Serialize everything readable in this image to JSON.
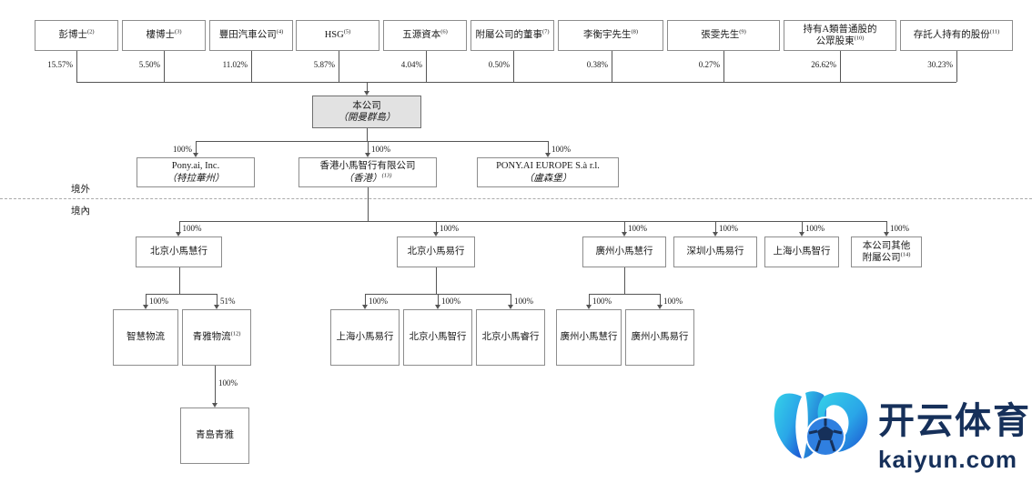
{
  "diagram": {
    "title": "Pony.ai shareholding and corporate structure chart",
    "region_labels": {
      "offshore": "境外",
      "onshore": "境內"
    },
    "divider": "dashed-line",
    "shareholders": [
      {
        "name": "彭博士",
        "note": "(2)",
        "pct": "15.57%"
      },
      {
        "name": "樓博士",
        "note": "(3)",
        "pct": "5.50%"
      },
      {
        "name": "豐田汽車公司",
        "note": "(4)",
        "pct": "11.02%"
      },
      {
        "name": "HSG",
        "note": "(5)",
        "pct": "5.87%"
      },
      {
        "name": "五源資本",
        "note": "(6)",
        "pct": "4.04%"
      },
      {
        "name": "附屬公司的董事",
        "note": "(7)",
        "pct": "0.50%"
      },
      {
        "name": "李衡宇先生",
        "note": "(8)",
        "pct": "0.38%"
      },
      {
        "name": "張雯先生",
        "note": "(9)",
        "pct": "0.27%"
      },
      {
        "name": "持有A類普通股的",
        "name2": "公眾股東",
        "note": "(10)",
        "pct": "26.62%"
      },
      {
        "name": "存託人持有的股份",
        "note": "(11)",
        "pct": "30.23%"
      }
    ],
    "company": {
      "name": "本公司",
      "place": "（開曼群島）"
    },
    "tier2": [
      {
        "name": "Pony.ai, Inc.",
        "place": "（特拉華州）",
        "pct": "100%"
      },
      {
        "name": "香港小馬智行有限公司",
        "place": "（香港）",
        "note": "(13)",
        "pct": "100%"
      },
      {
        "name": "PONY.AI EUROPE S.à r.l.",
        "place": "（盧森堡）",
        "pct": "100%"
      }
    ],
    "tier3": [
      {
        "name": "北京小馬慧行",
        "pct": "100%"
      },
      {
        "name": "北京小馬易行",
        "pct": "100%"
      },
      {
        "name": "廣州小馬慧行",
        "pct": "100%"
      },
      {
        "name": "深圳小馬易行",
        "pct": "100%"
      },
      {
        "name": "上海小馬智行",
        "pct": "100%"
      },
      {
        "name": "本公司其他",
        "name2": "附屬公司",
        "note": "(14)",
        "pct": "100%"
      }
    ],
    "tier4_left": [
      {
        "name": "智慧物流",
        "pct": "100%"
      },
      {
        "name": "青雅物流",
        "note": "(12)",
        "pct": "51%"
      }
    ],
    "tier4_mid": [
      {
        "name": "上海小馬易行",
        "pct": "100%"
      },
      {
        "name": "北京小馬智行",
        "pct": "100%"
      },
      {
        "name": "北京小馬睿行",
        "pct": "100%"
      }
    ],
    "tier4_right": [
      {
        "name": "廣州小馬慧行",
        "pct": "100%"
      },
      {
        "name": "廣州小馬易行",
        "pct": "100%"
      }
    ],
    "tier5": [
      {
        "name": "青島青雅",
        "pct": "100%"
      }
    ]
  },
  "watermark": {
    "logo_mark": "ky-football-logo",
    "brand_cn": "开云体育",
    "brand_domain": "kaiyun.com",
    "color_primary": "#1e8fe0",
    "color_dark": "#16305a"
  }
}
